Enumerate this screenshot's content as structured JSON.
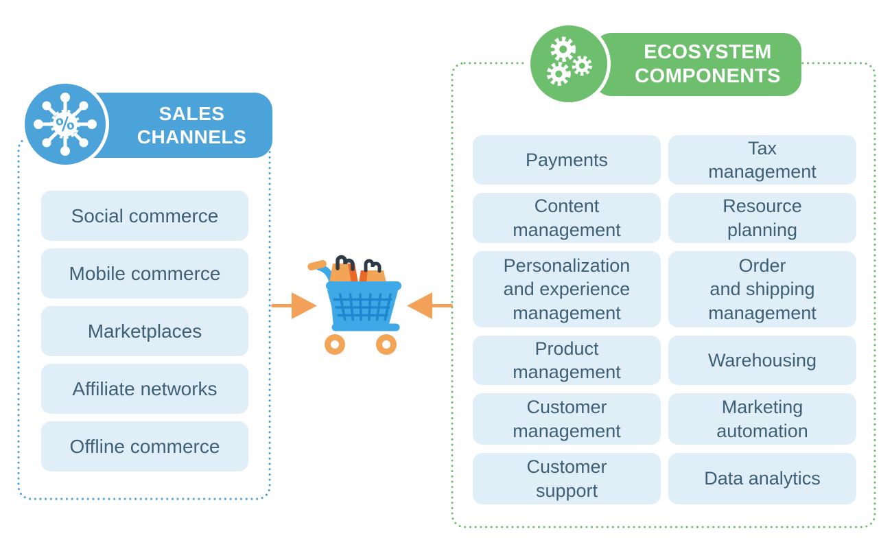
{
  "left_panel": {
    "header": {
      "title": "SALES\nCHANNELS",
      "icon": "percent-network-icon"
    },
    "items": [
      {
        "label": "Social commerce"
      },
      {
        "label": "Mobile commerce"
      },
      {
        "label": "Marketplaces"
      },
      {
        "label": "Affiliate networks"
      },
      {
        "label": "Offline commerce"
      }
    ]
  },
  "right_panel": {
    "header": {
      "title": "ECOSYSTEM\nCOMPONENTS",
      "icon": "gears-icon"
    },
    "items": [
      {
        "label": "Payments"
      },
      {
        "label": "Tax\nmanagement"
      },
      {
        "label": "Content\nmanagement"
      },
      {
        "label": "Resource\nplanning"
      },
      {
        "label": "Personalization\nand experience\nmanagement"
      },
      {
        "label": "Order\nand shipping\nmanagement"
      },
      {
        "label": "Product\nmanagement"
      },
      {
        "label": "Warehousing"
      },
      {
        "label": "Customer\nmanagement"
      },
      {
        "label": "Marketing\nautomation"
      },
      {
        "label": "Customer\nsupport"
      },
      {
        "label": "Data analytics"
      }
    ]
  },
  "center": {
    "icon": "shopping-cart-icon",
    "arrows": "pointing-to-cart"
  },
  "colors": {
    "blue": "#4CA3D9",
    "light_blue_fill": "#E0EEF8",
    "text_slate": "#3E6076",
    "green": "#6DBE6D",
    "arrow_orange": "#F3A159",
    "cart_blue": "#3FA9E8",
    "bag_orange": "#F2A457",
    "bag_accent": "#E96A28",
    "bag_handle_dark": "#2E3A45"
  }
}
